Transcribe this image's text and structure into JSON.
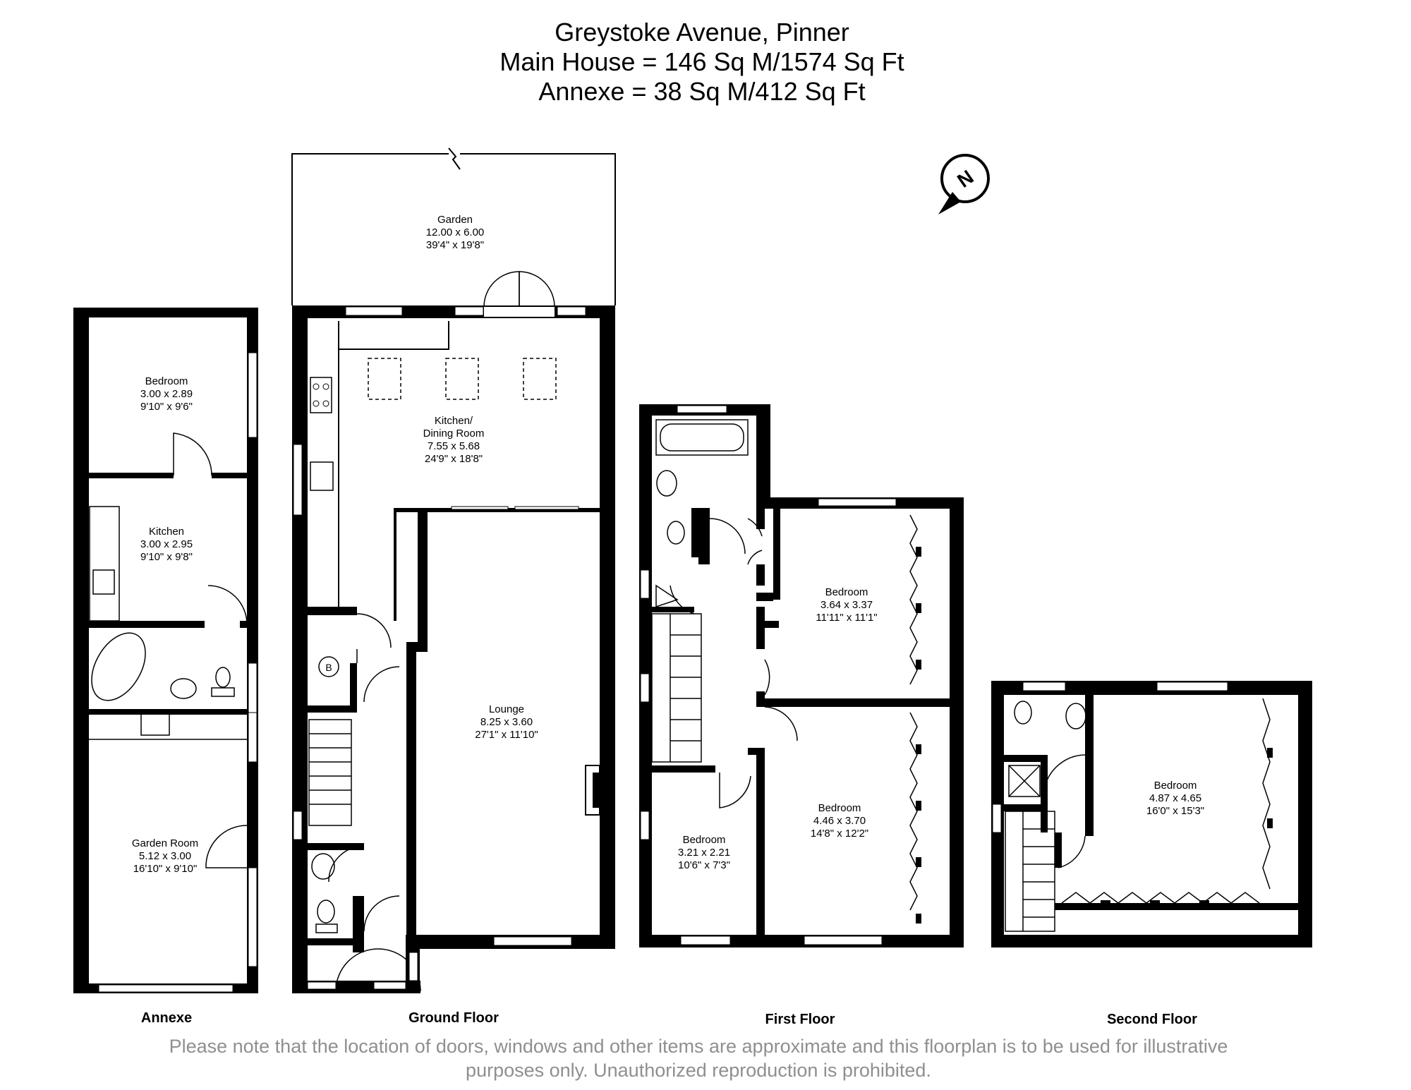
{
  "header": {
    "line1": "Greystoke Avenue, Pinner",
    "line2": "Main House = 146 Sq M/1574 Sq Ft",
    "line3": "Annexe = 38 Sq M/412 Sq Ft"
  },
  "compass": {
    "letter": "N",
    "icon": "north-arrow-icon"
  },
  "floors": {
    "annexe": "Annexe",
    "ground": "Ground Floor",
    "first": "First Floor",
    "second": "Second Floor"
  },
  "rooms": {
    "garden": {
      "name": "Garden",
      "metric": "12.00 x 6.00",
      "imperial": "39'4\" x 19'8\""
    },
    "kitchen_dining": {
      "name1": "Kitchen/",
      "name2": "Dining Room",
      "metric": "7.55 x 5.68",
      "imperial": "24'9\" x 18'8\""
    },
    "lounge": {
      "name": "Lounge",
      "metric": "8.25 x 3.60",
      "imperial": "27'1\" x 11'10\""
    },
    "boiler": {
      "label": "B"
    },
    "annexe_bedroom": {
      "name": "Bedroom",
      "metric": "3.00 x 2.89",
      "imperial": "9'10\" x 9'6\""
    },
    "annexe_kitchen": {
      "name": "Kitchen",
      "metric": "3.00 x 2.95",
      "imperial": "9'10\" x 9'8\""
    },
    "garden_room": {
      "name": "Garden Room",
      "metric": "5.12 x 3.00",
      "imperial": "16'10\" x 9'10\""
    },
    "first_bedroom_1": {
      "name": "Bedroom",
      "metric": "3.64 x 3.37",
      "imperial": "11'11\" x 11'1\""
    },
    "first_bedroom_2": {
      "name": "Bedroom",
      "metric": "4.46 x 3.70",
      "imperial": "14'8\" x 12'2\""
    },
    "first_bedroom_3": {
      "name": "Bedroom",
      "metric": "3.21 x 2.21",
      "imperial": "10'6\" x 7'3\""
    },
    "second_bedroom": {
      "name": "Bedroom",
      "metric": "4.87 x 4.65",
      "imperial": "16'0\" x 15'3\""
    }
  },
  "disclaimer": {
    "line1": "Please note that the location of doors, windows and other items are approximate and this floorplan is to be used for illustrative",
    "line2": "purposes only. Unauthorized reproduction is prohibited."
  }
}
